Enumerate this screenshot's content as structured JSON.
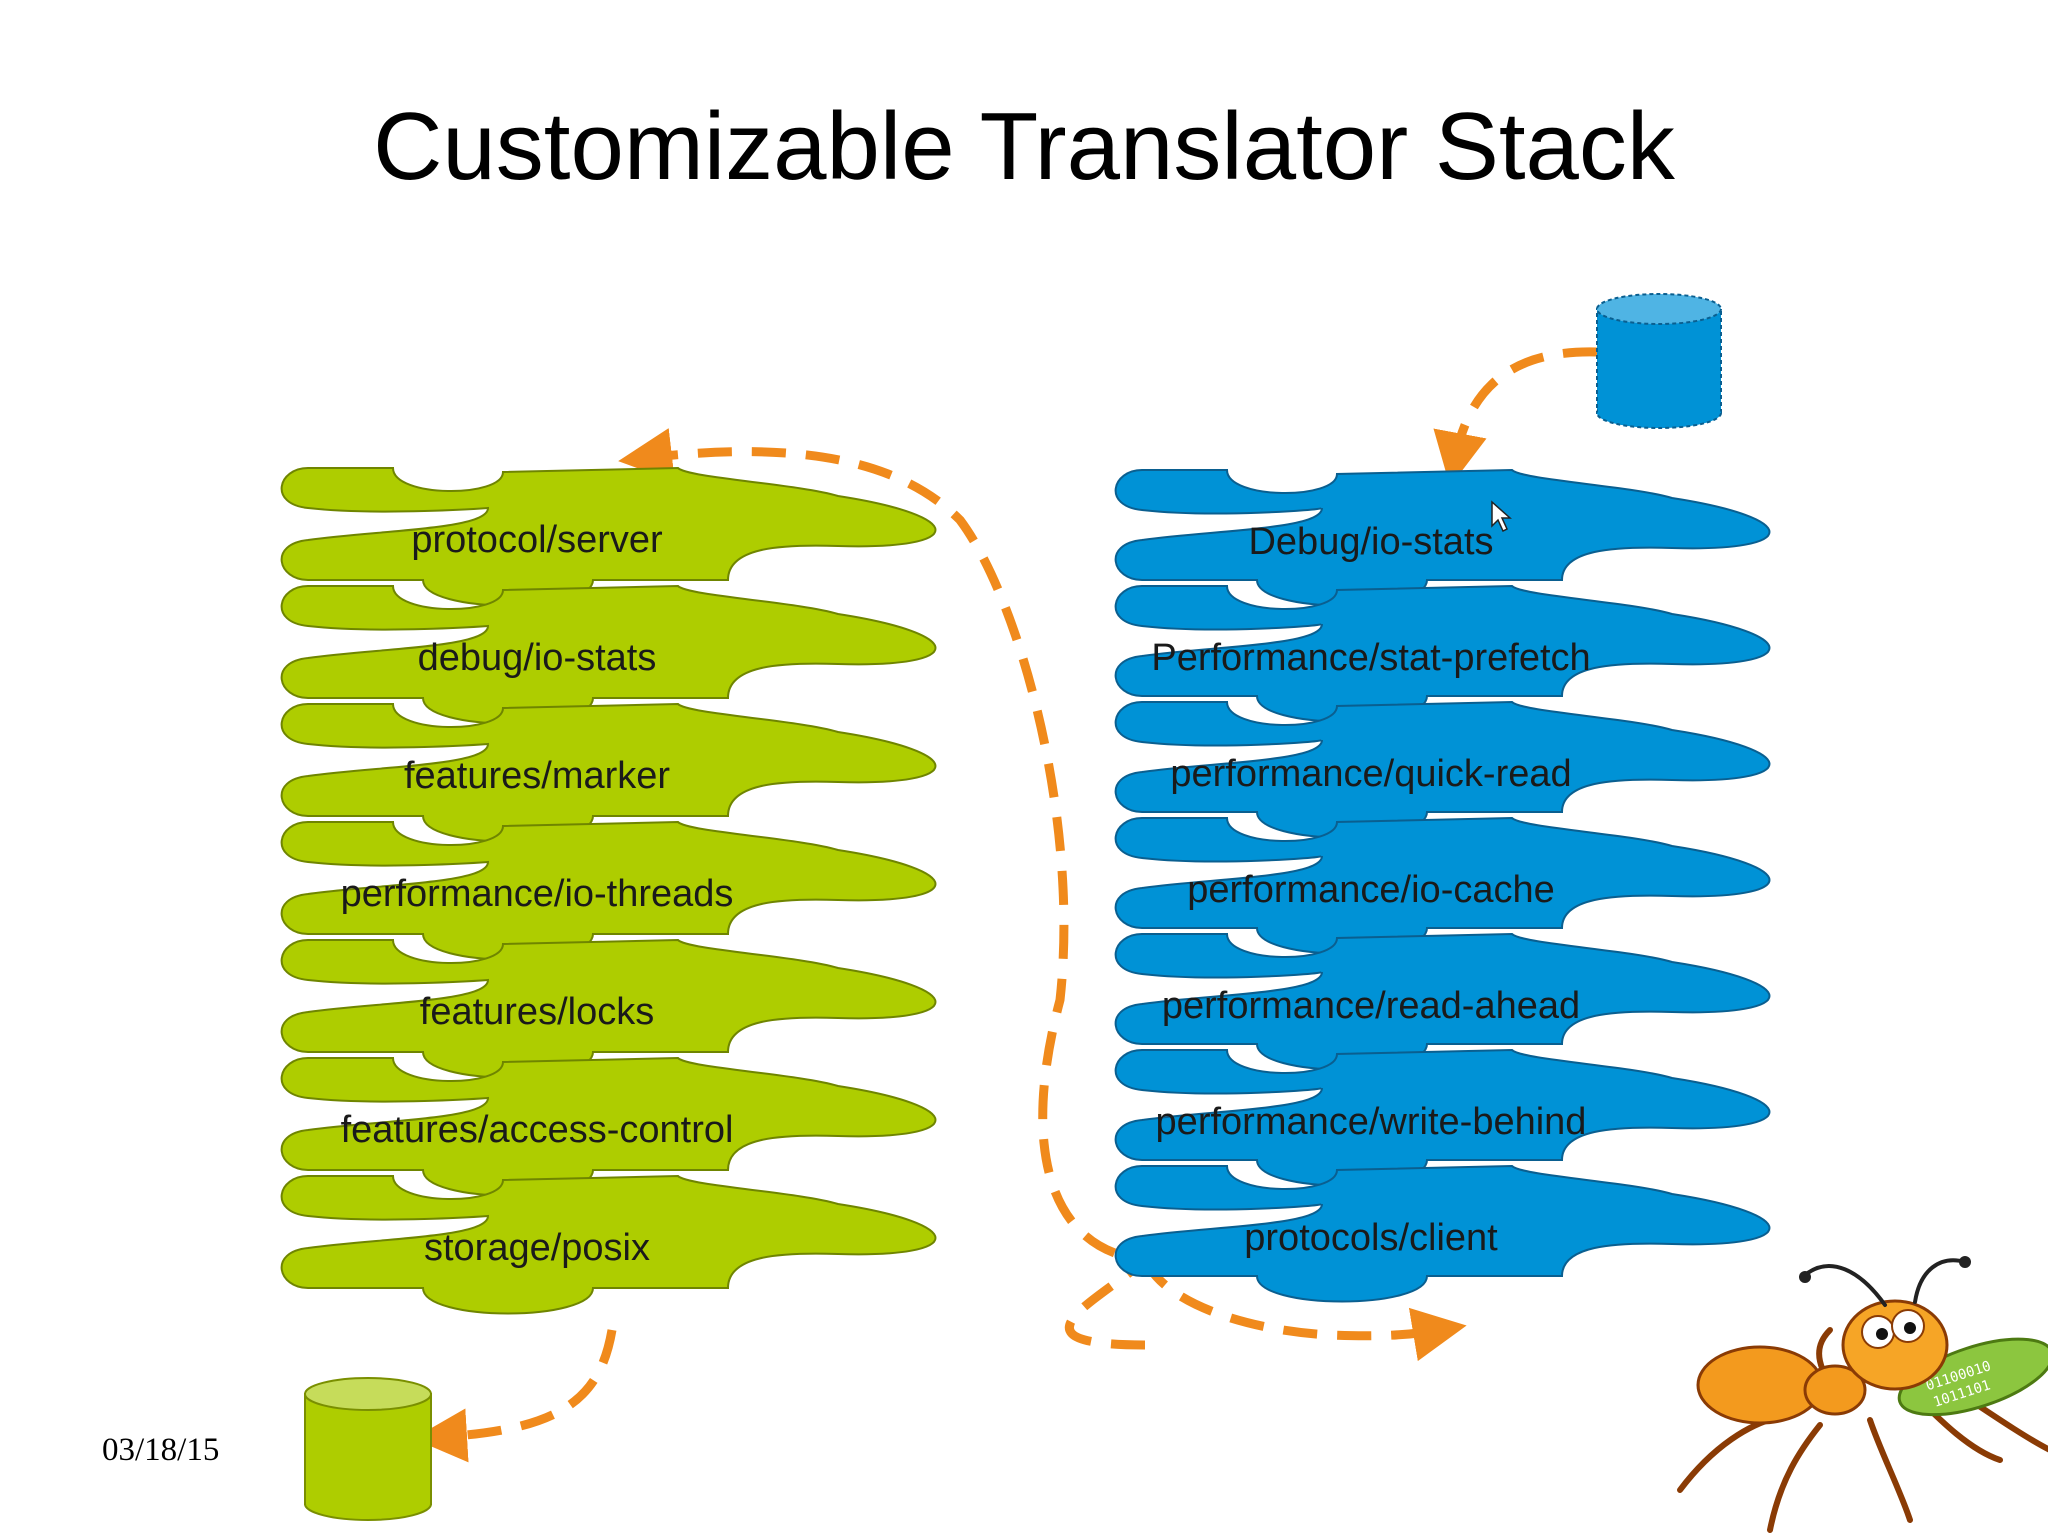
{
  "title": "Customizable Translator Stack",
  "date": "03/18/15",
  "colors": {
    "server_stack": "#aecd00",
    "client_stack": "#0092d6",
    "arrows": "#f08a1c"
  },
  "server_stack": {
    "layers": [
      "protocol/server",
      "debug/io-stats",
      "features/marker",
      "performance/io-threads",
      "features/locks",
      "features/access-control",
      "storage/posix"
    ]
  },
  "client_stack": {
    "layers": [
      "Debug/io-stats",
      "Performance/stat-prefetch",
      "performance/quick-read",
      "performance/io-cache",
      "performance/read-ahead",
      "performance/write-behind",
      "protocols/client"
    ]
  },
  "icons": {
    "server_storage": "database-icon",
    "client_storage": "database-icon",
    "mascot": "ant-mascot-icon"
  }
}
